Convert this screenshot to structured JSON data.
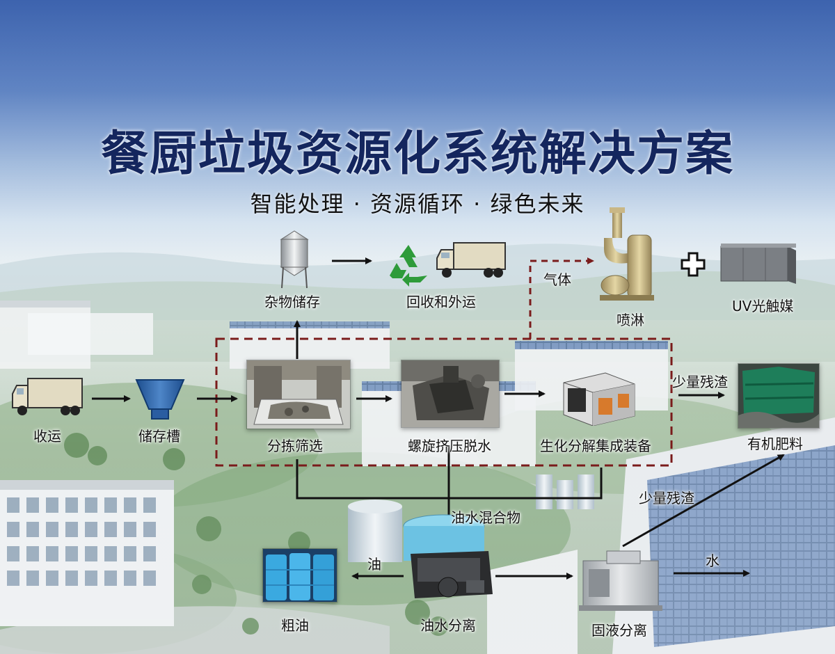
{
  "title": "餐厨垃圾资源化系统解决方案",
  "subtitle": "智能处理 · 资源循环 · 绿色未来",
  "nodes": {
    "collect": "收运",
    "storage_tank": "储存槽",
    "sorting": "分拣筛选",
    "screw_press": "螺旋挤压脱水",
    "bio_equipment": "生化分解集成装备",
    "organic_fertilizer": "有机肥料",
    "sundries_storage": "杂物储存",
    "recycle_transport": "回收和外运",
    "spray": "喷淋",
    "uv_catalyst": "UV光触媒",
    "crude_oil": "粗油",
    "oil_water_separation": "油水分离",
    "solid_liquid_separation": "固液分离"
  },
  "edge_labels": {
    "gas": "气体",
    "residue_top": "少量残渣",
    "residue_bottom": "少量残渣",
    "oil_water_mixture": "油水混合物",
    "oil": "油",
    "water": "水"
  },
  "icons": {
    "recycle": "recycle-icon",
    "plus": "plus-icon"
  },
  "colors": {
    "title": "#14265e",
    "dashed_box": "#7a1b1b",
    "recycle_green": "#2e9b3a"
  }
}
